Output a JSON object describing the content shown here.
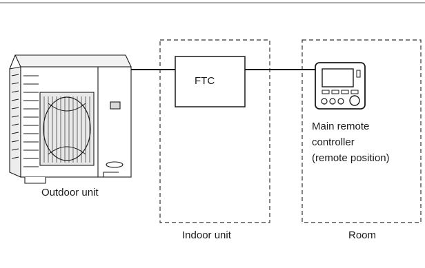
{
  "components": {
    "outdoor_unit": "Outdoor unit",
    "ftc": "FTC",
    "indoor_unit": "Indoor unit",
    "room": "Room",
    "remote_controller": {
      "line1": "Main remote",
      "line2": "controller",
      "line3": "(remote position)"
    }
  },
  "icons": {
    "outdoor_unit": "outdoor-unit-icon",
    "remote_controller": "remote-controller-icon"
  }
}
